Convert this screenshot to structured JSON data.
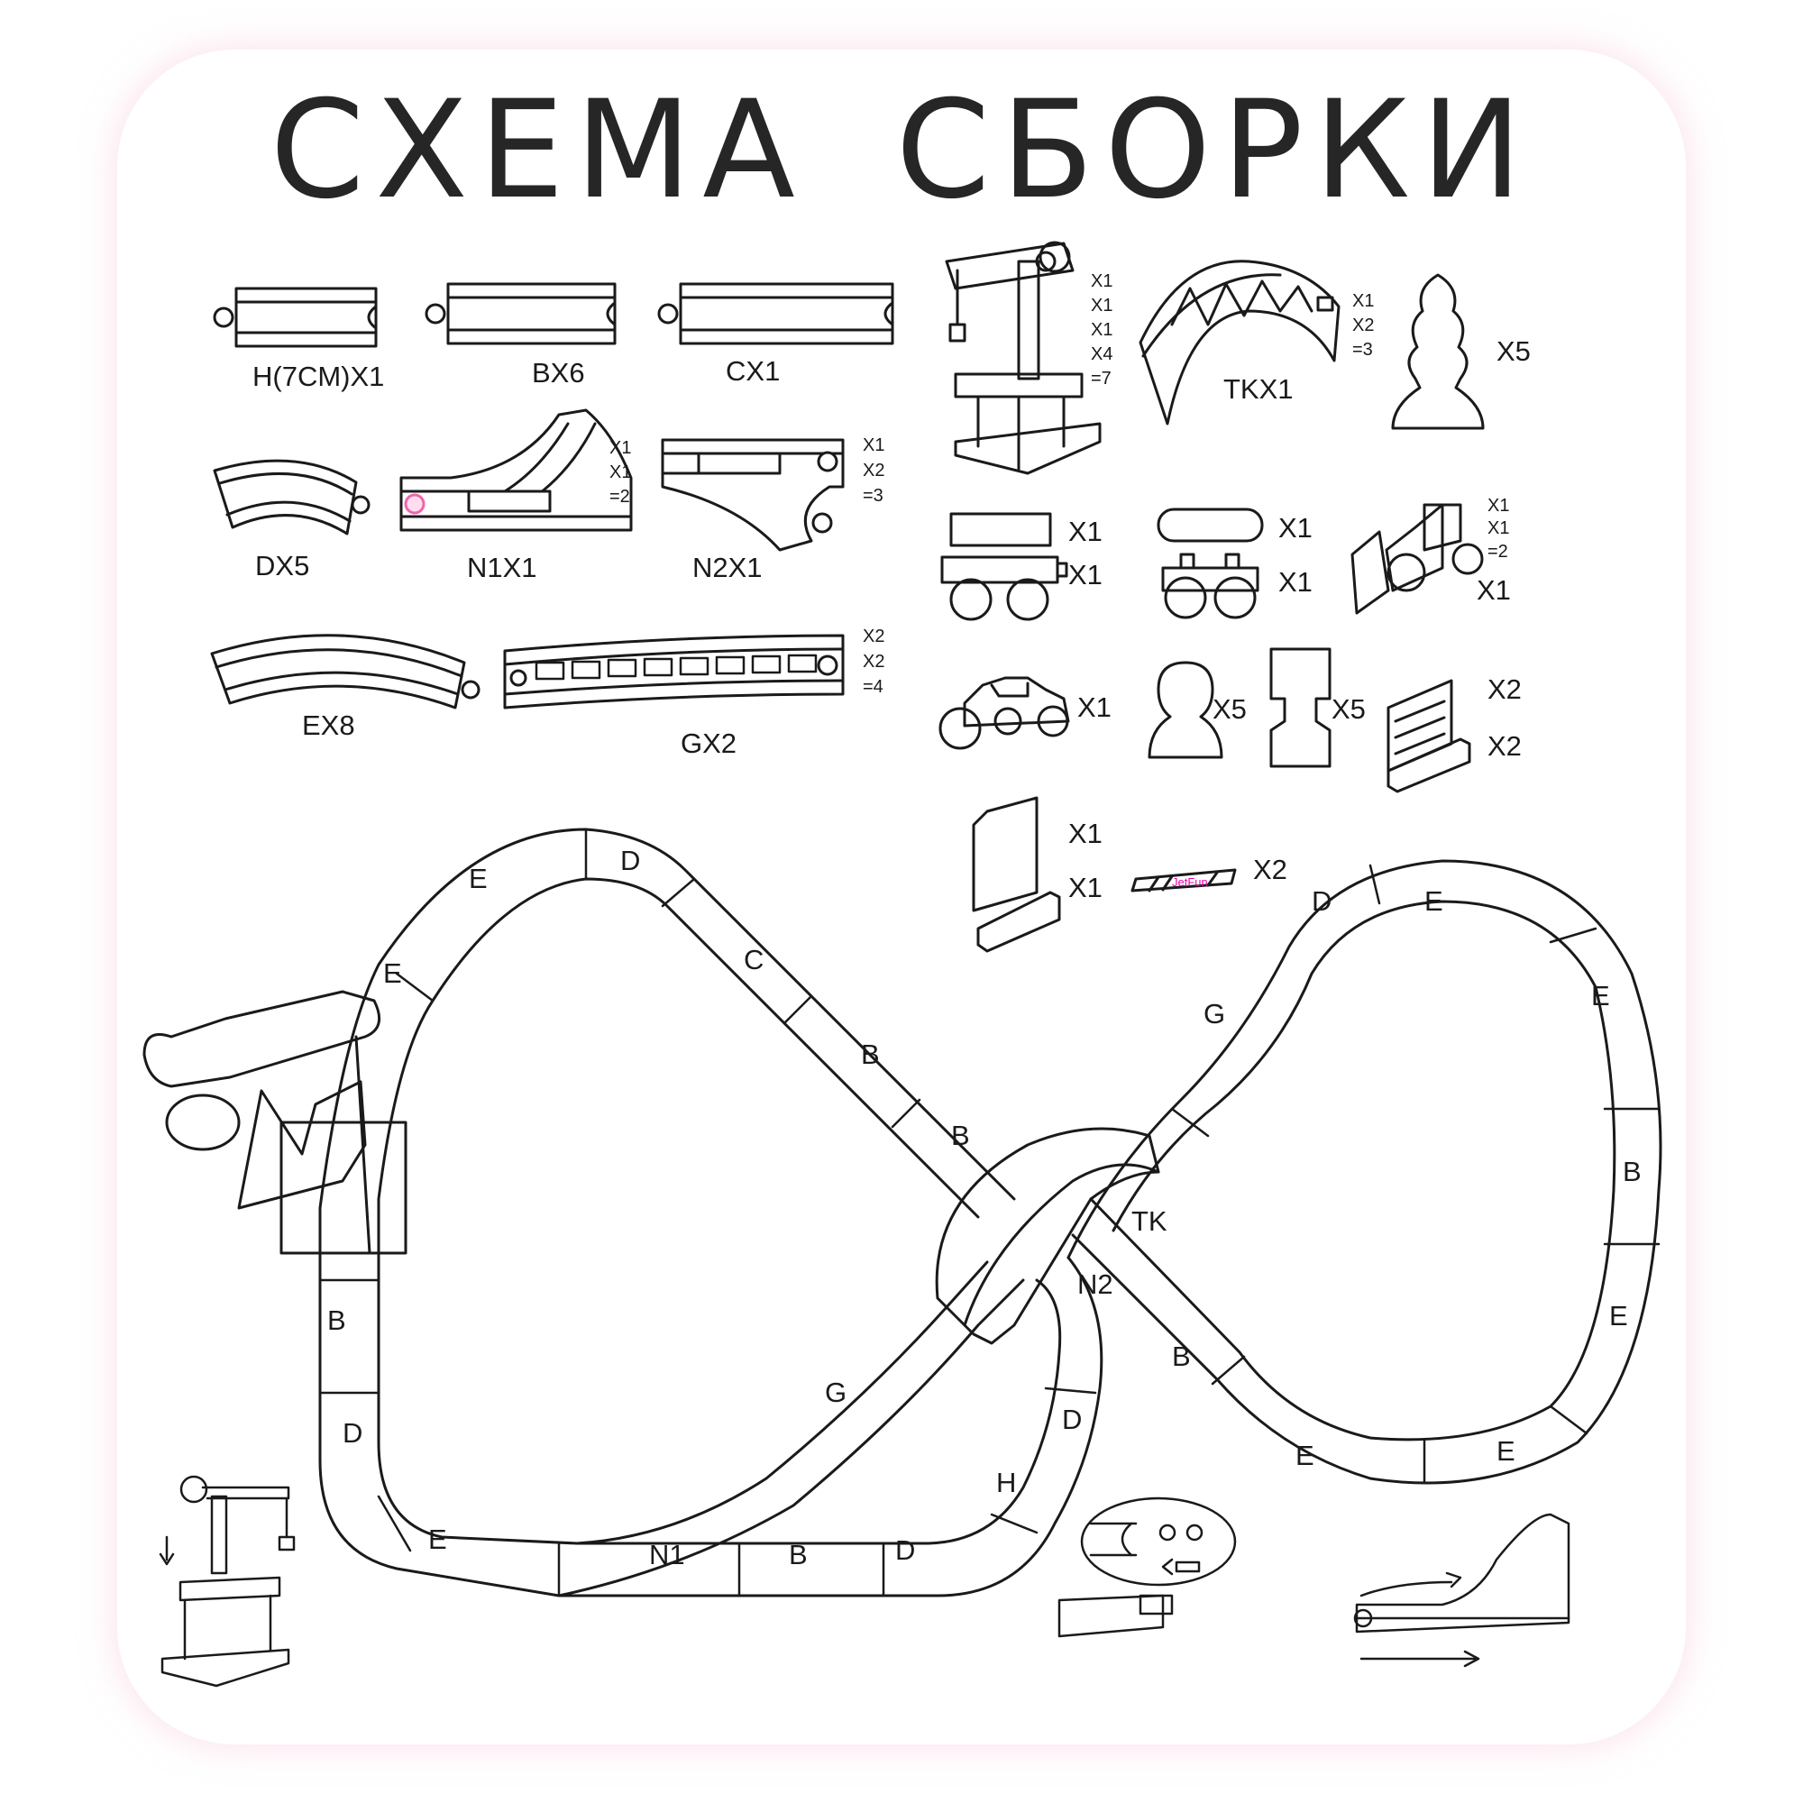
{
  "title": "СХЕМА СБОРКИ",
  "parts": {
    "h": "H(7CM)X1",
    "b": "BX6",
    "c": "CX1",
    "d": "DX5",
    "n1": "N1X1",
    "n1_counts": [
      "X1",
      "X1",
      "=2"
    ],
    "n2": "N2X1",
    "n2_counts": [
      "X1",
      "X2",
      "=3"
    ],
    "e": "EX8",
    "g": "GX2",
    "g_counts": [
      "X2",
      "X2",
      "=4"
    ],
    "crane_counts": [
      "X1",
      "X1",
      "X1",
      "X4",
      "=7"
    ],
    "bridge": "TKX1",
    "bridge_counts": [
      "X1",
      "X2",
      "=3"
    ],
    "tree": "X5",
    "wagon_top": "X1",
    "wagon_bottom": "X1",
    "tanker_top": "X1",
    "tanker_bottom": "X1",
    "bulldozer_counts": [
      "X1",
      "X1",
      "=2"
    ],
    "bulldozer_total": "X1",
    "roller": "X1",
    "person": "X5",
    "sign": "X5",
    "fence_top": "X2",
    "fence_bottom": "X2",
    "wall_top": "X1",
    "wall_bottom": "X1",
    "barrier": "X2",
    "brand": "JetFun"
  },
  "layout_labels": [
    "D",
    "E",
    "E",
    "C",
    "B",
    "B",
    "TK",
    "N2",
    "G",
    "D",
    "E",
    "E",
    "B",
    "E",
    "E",
    "E",
    "B",
    "B",
    "D",
    "E",
    "N1",
    "B",
    "D",
    "H",
    "D",
    "G"
  ]
}
